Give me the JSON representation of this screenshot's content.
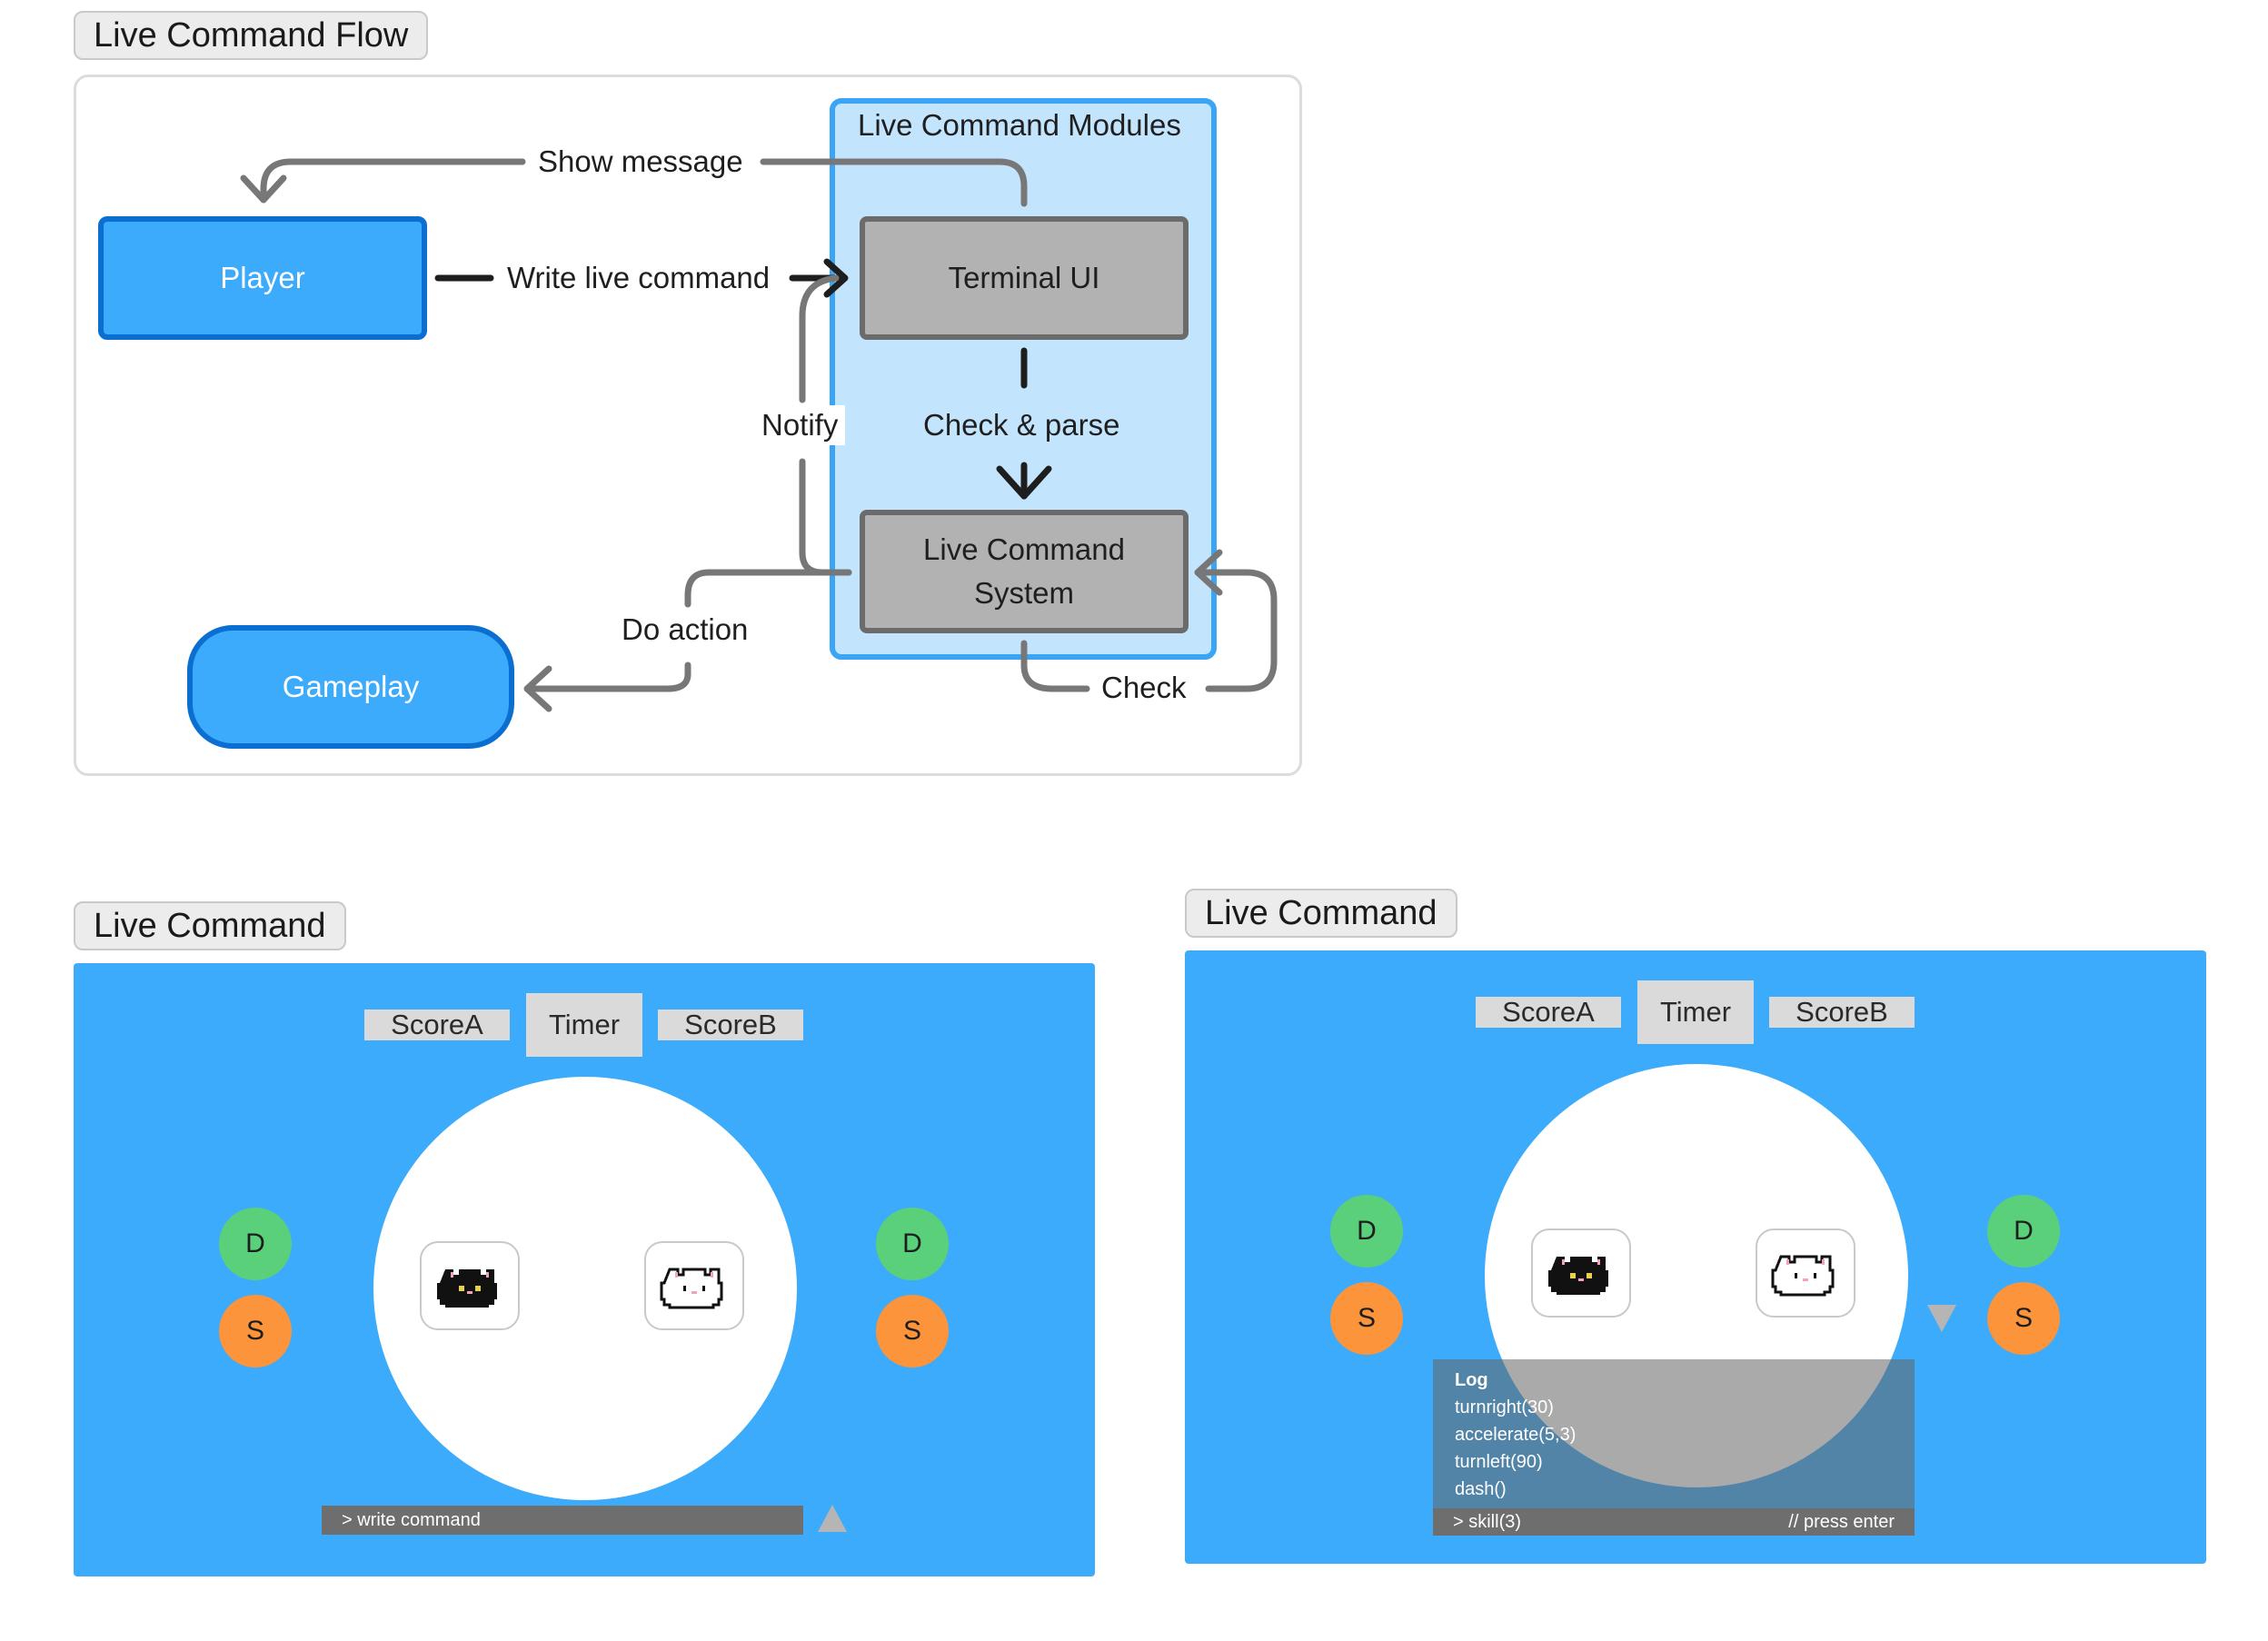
{
  "sections": {
    "flow_label": "Live Command Flow",
    "panel1_label": "Live Command",
    "panel2_label": "Live Command"
  },
  "flow": {
    "modules_title": "Live Command Modules",
    "nodes": {
      "player": "Player",
      "terminal_ui": "Terminal UI",
      "live_command_system_line1": "Live Command",
      "live_command_system_line2": "System",
      "gameplay": "Gameplay"
    },
    "edges": {
      "show_message": "Show message",
      "write_live_command": "Write live command",
      "check_parse": "Check & parse",
      "notify": "Notify",
      "do_action": "Do action",
      "check": "Check"
    },
    "colors": {
      "node_blue": "#3dabfb",
      "node_blue_border": "#0a6fd0",
      "module_bg": "#c3e4fd",
      "module_border": "#3aa4f5",
      "grey_node": "#b2b2b2",
      "arrow_grey": "#777777"
    }
  },
  "game1": {
    "hud": {
      "score_a": "ScoreA",
      "timer": "Timer",
      "score_b": "ScoreB"
    },
    "left_buttons": {
      "d": "D",
      "s": "S"
    },
    "right_buttons": {
      "d": "D",
      "s": "S"
    },
    "characters": [
      "black-cat-icon",
      "white-cat-icon"
    ],
    "command_placeholder": "> write command"
  },
  "game2": {
    "hud": {
      "score_a": "ScoreA",
      "timer": "Timer",
      "score_b": "ScoreB"
    },
    "left_buttons": {
      "d": "D",
      "s": "S"
    },
    "right_buttons": {
      "d": "D",
      "s": "S"
    },
    "characters": [
      "black-cat-icon",
      "white-cat-icon"
    ],
    "log": {
      "title": "Log",
      "lines": [
        "turnright(30)",
        "accelerate(5,3)",
        "turnleft(90)",
        "dash()"
      ]
    },
    "command_value": "> skill(3)",
    "command_hint": "// press enter"
  }
}
